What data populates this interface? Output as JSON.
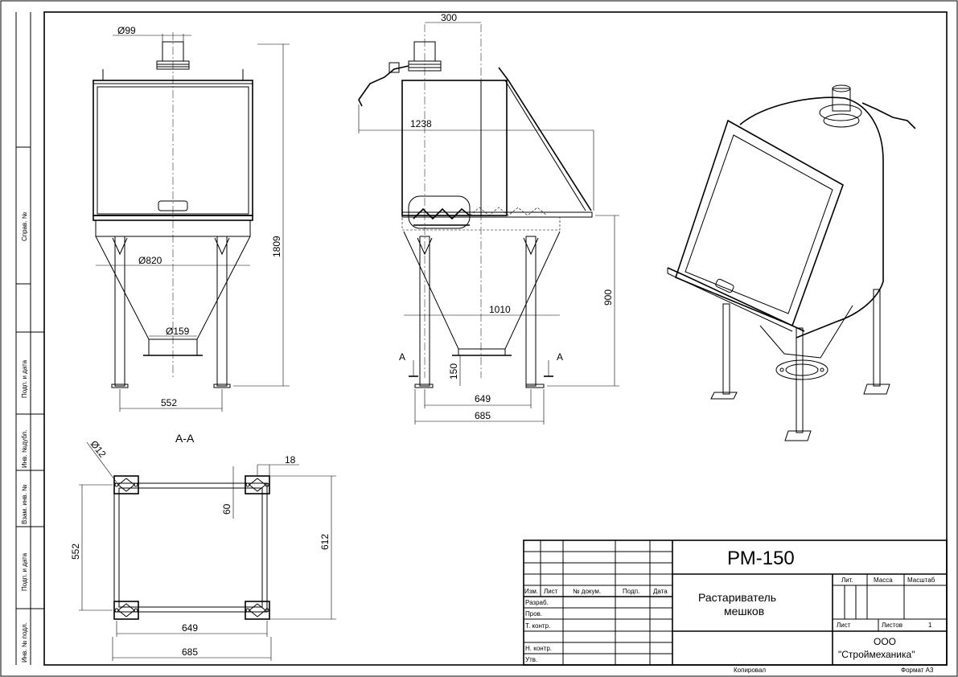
{
  "dimensions": {
    "d99": "Ø99",
    "d820": "Ø820",
    "d159": "Ø159",
    "h1809": "1809",
    "w552": "552",
    "w300": "300",
    "w1238": "1238",
    "w1010": "1010",
    "h900": "900",
    "h150": "150",
    "w649": "649",
    "w685": "685",
    "d12": "Ø12",
    "w18": "18",
    "h60": "60",
    "h552": "552",
    "h612": "612"
  },
  "section": {
    "title": "А-А",
    "marker": "А"
  },
  "sidebar": {
    "sprav": "Справ. №",
    "podp1": "Подп. и дата",
    "dubl": "Инв. №дубл.",
    "vzam": "Взам. инв. №",
    "podp2": "Подп. и дата",
    "podl": "Инв. № подл."
  },
  "title_block": {
    "designation": "РМ-150",
    "name_line1": "Растариватель",
    "name_line2": "мешков",
    "company_line1": "ООО",
    "company_line2": "\"Строймеханика\"",
    "col_izm": "Изм.",
    "col_list": "Лист",
    "col_ndoc": "№ докум.",
    "col_podp": "Подп.",
    "col_data": "Дата",
    "razrab": "Разраб.",
    "prov": "Пров.",
    "tkontr": "Т. контр.",
    "nkontr": "Н. контр.",
    "utv": "Утв.",
    "lit": "Лит.",
    "massa": "Масса",
    "masshtab": "Масштаб",
    "list": "Лист",
    "listov": "Листов",
    "listov_value": "1",
    "kopiroval": "Копировал",
    "format": "Формат А3"
  }
}
